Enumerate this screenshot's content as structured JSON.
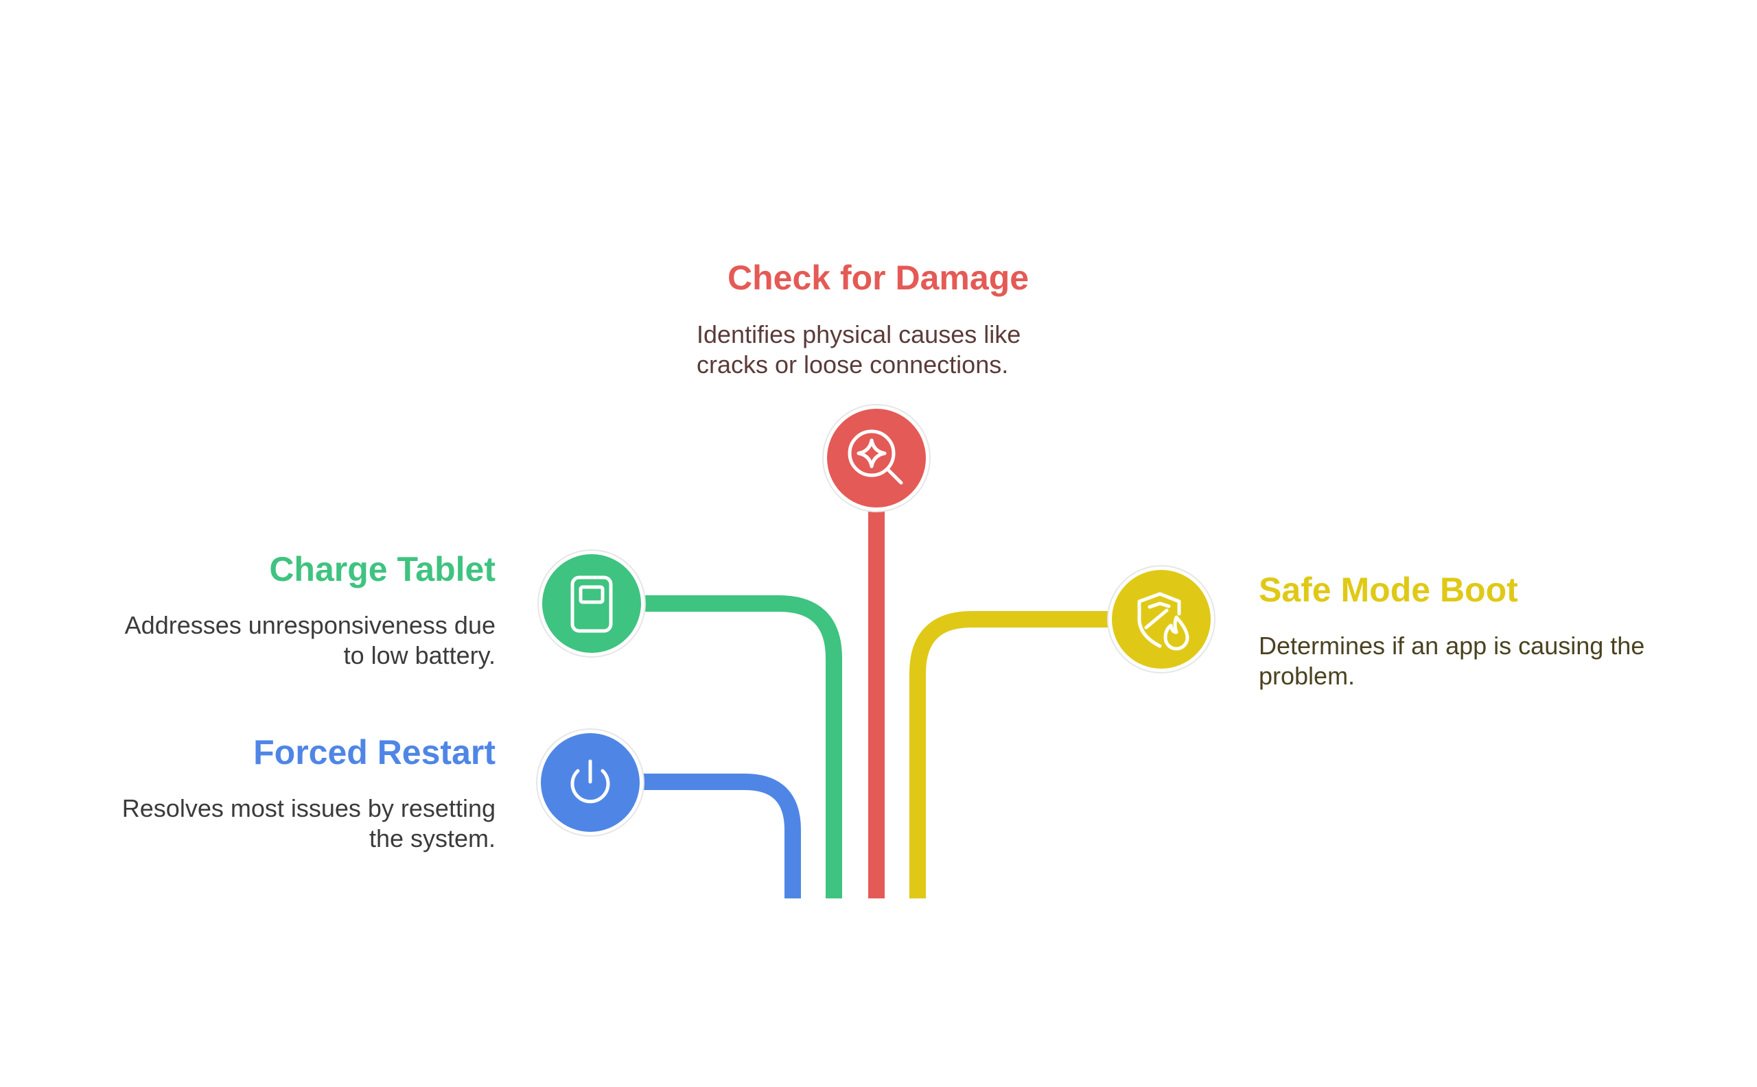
{
  "colors": {
    "background": "#ffffff",
    "forced_restart": "#4f86e6",
    "charge_tablet": "#3fc380",
    "check_damage": "#e45a56",
    "safe_mode": "#dfc916",
    "icon_stroke": "#ffffff",
    "desc_text_left": "#3b3b3b",
    "desc_text_top": "#5a3b38",
    "desc_text_right": "#4a4220"
  },
  "items": {
    "forced_restart": {
      "title": "Forced Restart",
      "description": "Resolves most issues by resetting the system.",
      "icon": "power-icon"
    },
    "charge_tablet": {
      "title": "Charge Tablet",
      "description": "Addresses unresponsiveness due to low battery.",
      "icon": "battery-device-icon"
    },
    "check_damage": {
      "title": "Check for Damage",
      "description": "Identifies physical causes like cracks or loose connections.",
      "icon": "magnify-sparkle-icon"
    },
    "safe_mode": {
      "title": "Safe Mode Boot",
      "description": "Determines if an app is causing the problem.",
      "icon": "shield-fire-icon"
    }
  }
}
